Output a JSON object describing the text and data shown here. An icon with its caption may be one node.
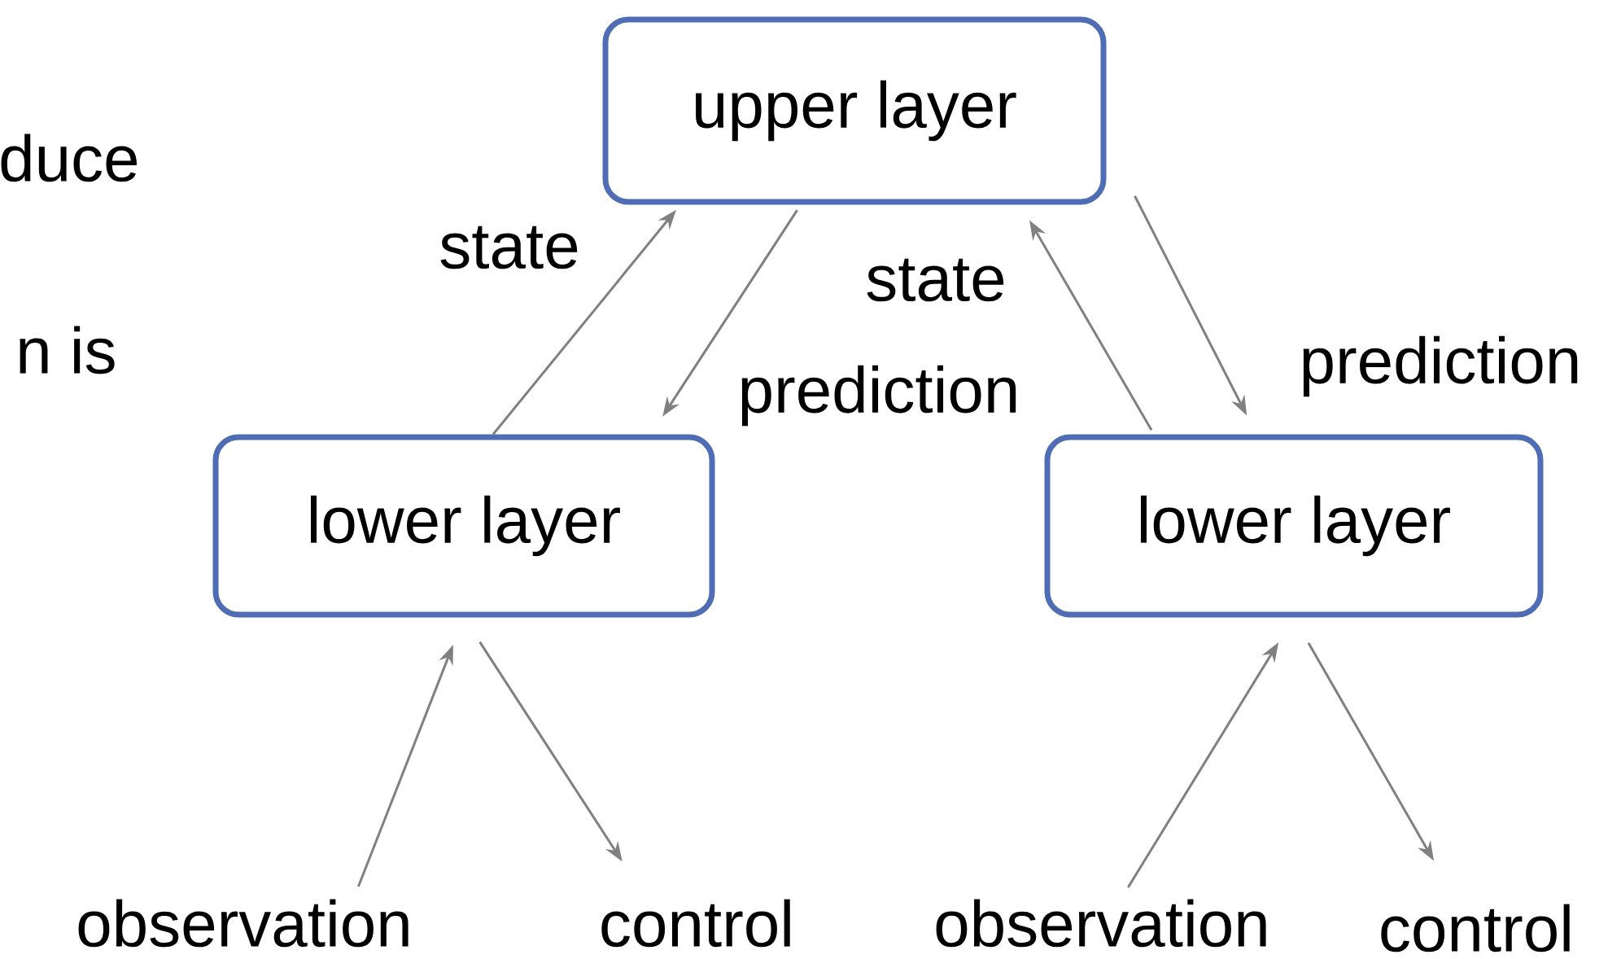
{
  "diagram": {
    "nodes": [
      {
        "text": [
          "upper layer"
        ]
      },
      {
        "text": [
          "lower layer"
        ]
      },
      {
        "text": [
          "lower layer"
        ]
      },
      {
        "text": [
          "observation"
        ]
      },
      {
        "text": [
          "control"
        ]
      },
      {
        "text": [
          "observation"
        ]
      },
      {
        "text": [
          "control"
        ]
      }
    ],
    "edges": [
      {
        "from": 1,
        "to": 0,
        "arrow": "to",
        "label": "state"
      },
      {
        "from": 0,
        "to": 1,
        "arrow": "to",
        "label": "prediction"
      },
      {
        "from": 2,
        "to": 0,
        "arrow": "to",
        "label": "state"
      },
      {
        "from": 0,
        "to": 2,
        "arrow": "to",
        "label": "prediction"
      },
      {
        "from": 3,
        "to": 1,
        "arrow": "to"
      },
      {
        "from": 1,
        "to": 4,
        "arrow": "to"
      },
      {
        "from": 5,
        "to": 2,
        "arrow": "to"
      },
      {
        "from": 2,
        "to": 6,
        "arrow": "to"
      }
    ],
    "labels": [
      "duce",
      "n is"
    ]
  }
}
